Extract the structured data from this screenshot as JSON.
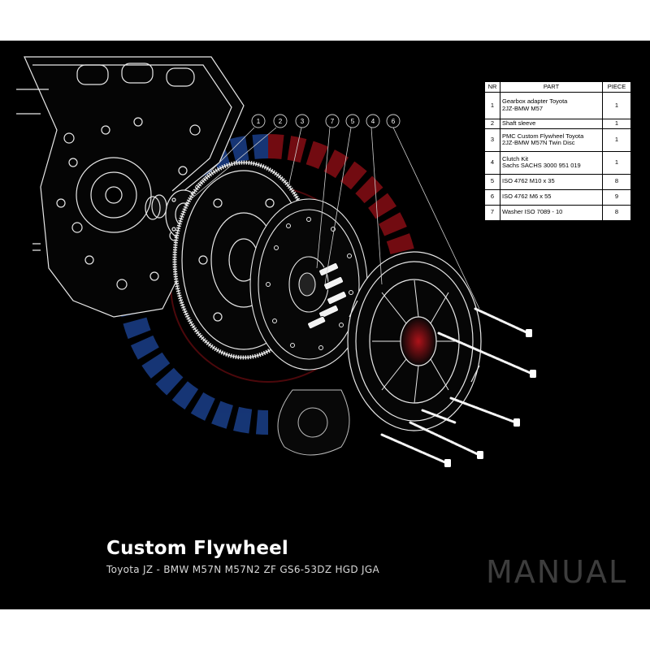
{
  "title": "Custom Flywheel",
  "subtitle": "Toyota JZ - BMW M57N M57N2 ZF GS6-53DZ HGD JGA",
  "badge": "MANUAL",
  "colors": {
    "background": "#000000",
    "frame": "#ffffff",
    "line_art": "#ffffff",
    "logo_red": "#c0141c",
    "logo_blue": "#1a3f8a",
    "badge_text": "#3d3d3d"
  },
  "callouts": [
    "1",
    "2",
    "3",
    "7",
    "5",
    "4",
    "6"
  ],
  "parts_table": {
    "headers": {
      "nr": "NR",
      "part": "PART",
      "piece": "PIECE"
    },
    "rows": [
      {
        "nr": "1",
        "part": "Gearbox adapter Toyota\n2JZ-BMW M57",
        "piece": "1"
      },
      {
        "nr": "2",
        "part": "Shaft sleeve",
        "piece": "1"
      },
      {
        "nr": "3",
        "part": "PMC Custom Flywheel Toyota\n2JZ-BMW M57N Twin Disc",
        "piece": "1"
      },
      {
        "nr": "4",
        "part": "Clutch Kit\nSachs SACHS 3000 951 019",
        "piece": "1"
      },
      {
        "nr": "5",
        "part": "ISO 4762 M10 x 35",
        "piece": "8"
      },
      {
        "nr": "6",
        "part": "ISO 4762 M6 x 55",
        "piece": "9"
      },
      {
        "nr": "7",
        "part": "Washer ISO 7089 - 10",
        "piece": "8"
      }
    ]
  }
}
